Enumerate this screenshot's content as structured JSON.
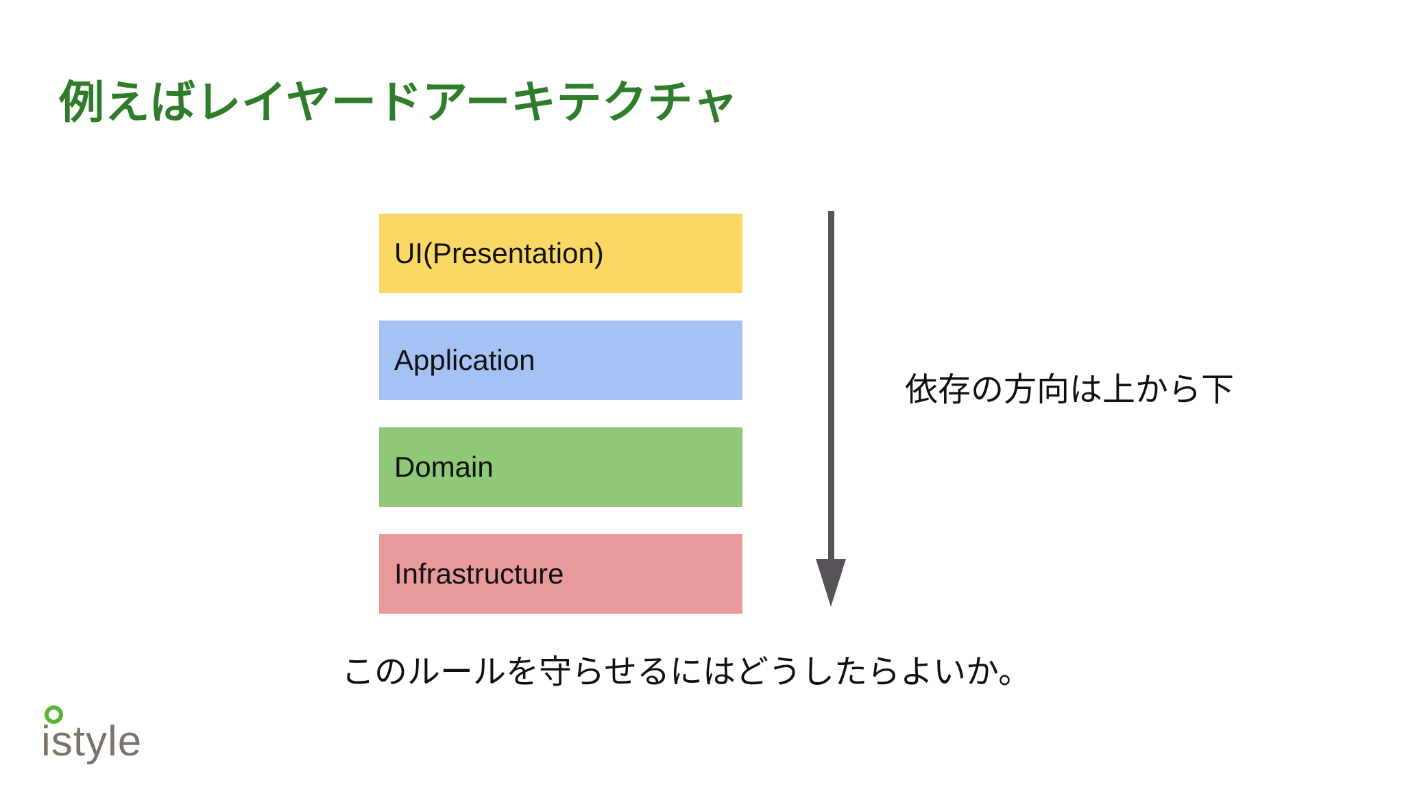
{
  "slide": {
    "title": "例えばレイヤードアーキテクチャ",
    "title_color": "#2f7d2b",
    "background_color": "#ffffff"
  },
  "layers": [
    {
      "label": "UI(Presentation)",
      "color": "#fbd766",
      "text_color": "#111111"
    },
    {
      "label": "Application",
      "color": "#a4c2f4",
      "text_color": "#111111"
    },
    {
      "label": "Domain",
      "color": "#8fc878",
      "text_color": "#111111"
    },
    {
      "label": "Infrastructure",
      "color": "#e89a9a",
      "text_color": "#111111"
    }
  ],
  "arrow": {
    "name": "dependency-direction-arrow",
    "direction": "down",
    "color": "#575358"
  },
  "notes": {
    "dependency": "依存の方向は上から下",
    "question": "このルールを守らせるにはどうしたらよいか。"
  },
  "logo": {
    "wordmark": "istyle",
    "wordmark_color": "#7b736a",
    "dot_color": "#5cb531"
  }
}
